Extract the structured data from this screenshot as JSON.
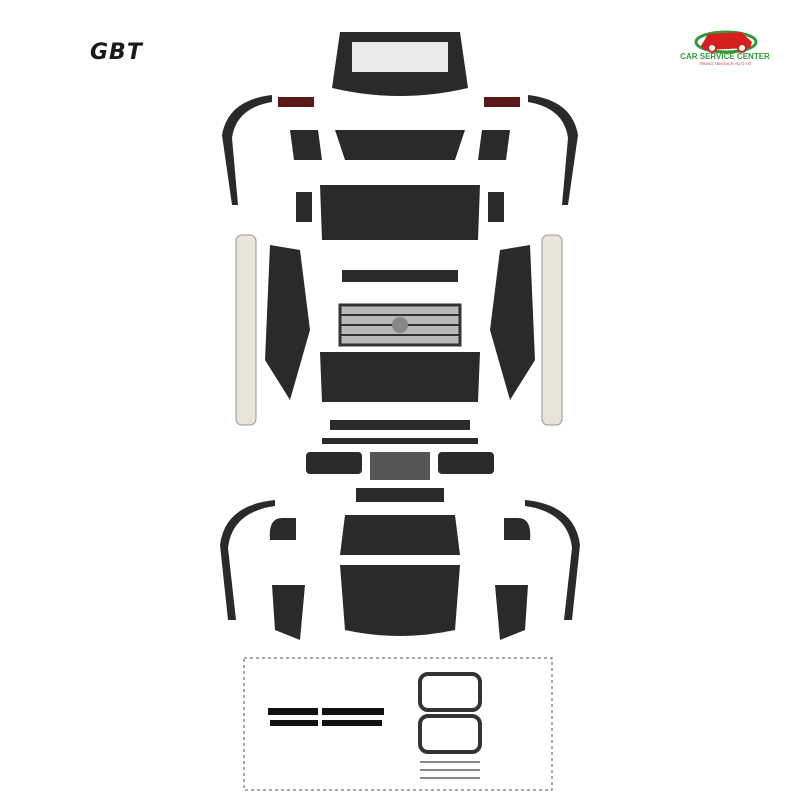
{
  "brand_logo": {
    "text": "GBT",
    "accent": "#d62020"
  },
  "dealer_logo": {
    "name": "CAR SERVICE CENTER",
    "subtitle": "TRUNG TÂM DỊCH VỤ Ô TÔ",
    "colors": {
      "green": "#2f9a3a",
      "red": "#d62020"
    }
  },
  "product": {
    "part_color": "#2a2a2a",
    "chrome_color": "#b8b8b8",
    "trim_color": "#e8e4d8"
  }
}
